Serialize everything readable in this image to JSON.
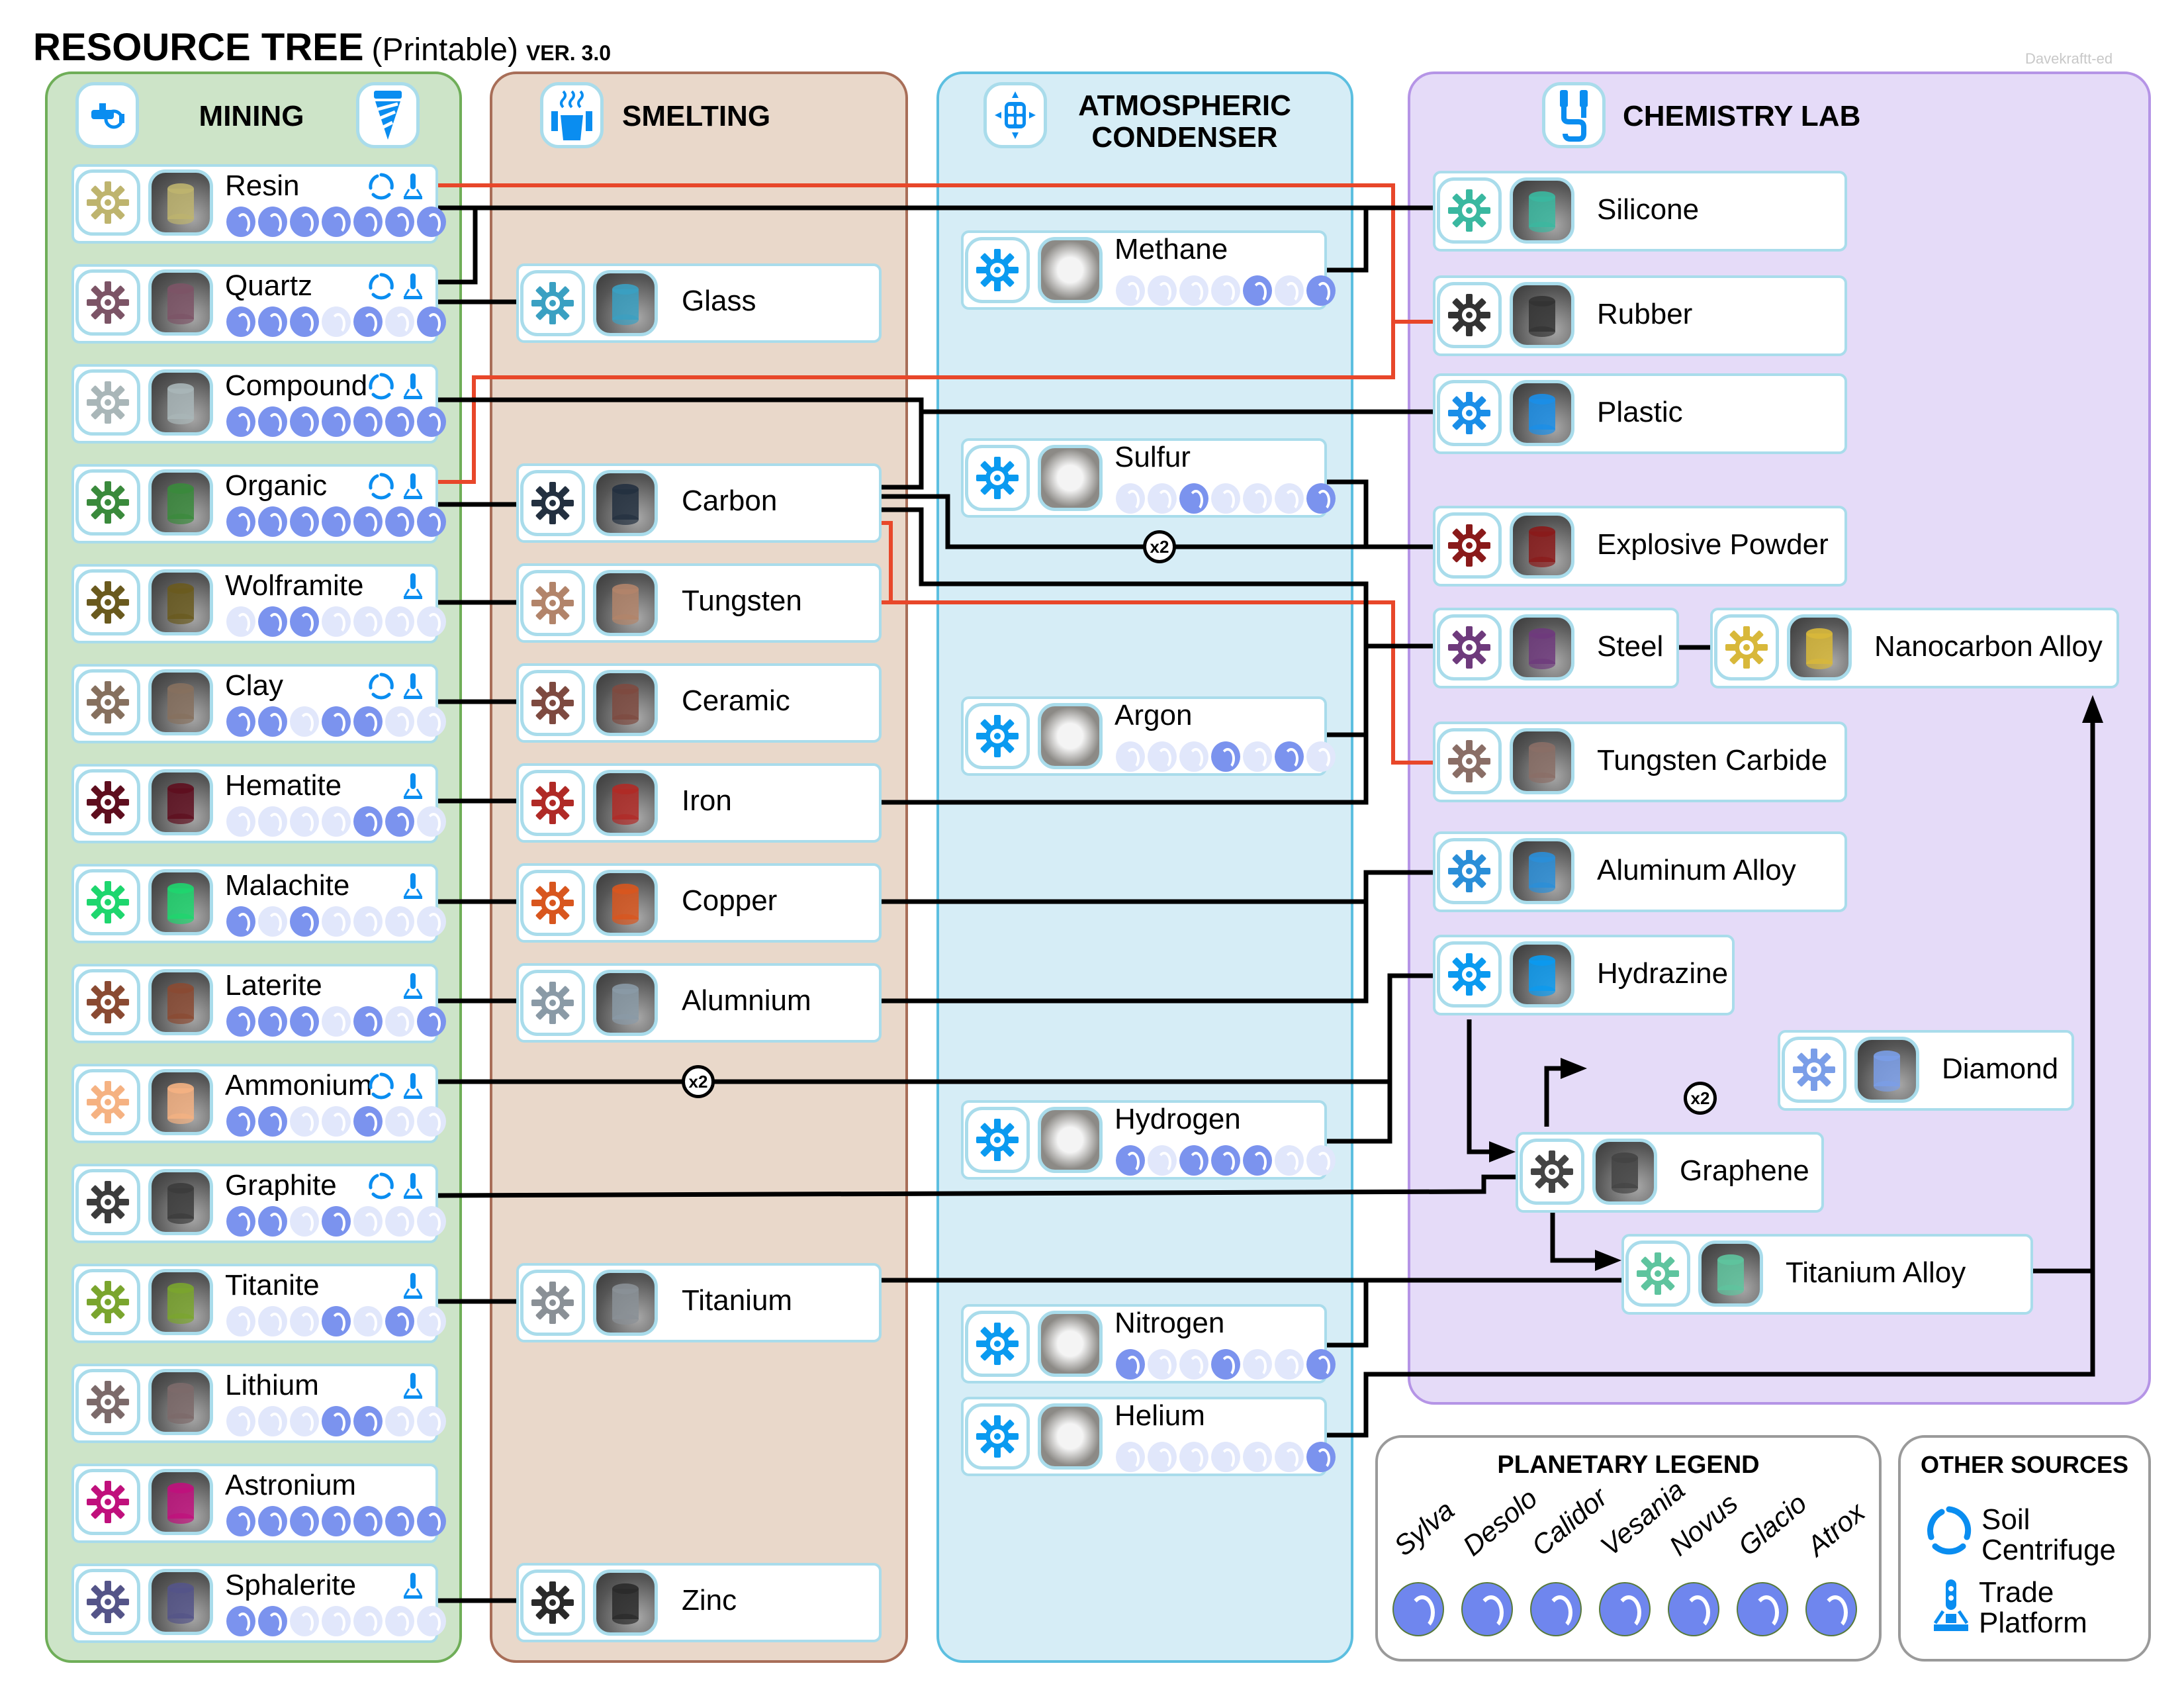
{
  "header": {
    "title": "RESOURCE TREE",
    "subtitle": "(Printable)",
    "version": "VER. 3.0",
    "credit": "Davekraftt-ed"
  },
  "colors": {
    "mining_bg": "#cde4c8",
    "smelting_bg": "#e9d8ca",
    "atmos_bg": "#d6edf6",
    "chem_bg": "#e5dbf8",
    "accent_blue": "#0a8df0",
    "planet_on": "#7b93ee",
    "planet_off": "#e1e7fb",
    "line_black": "#000000",
    "line_red": "#e8472a"
  },
  "planets": [
    "Sylva",
    "Desolo",
    "Calidor",
    "Vesania",
    "Novus",
    "Glacio",
    "Atrox"
  ],
  "panels": {
    "mining": {
      "title": "MINING"
    },
    "smelting": {
      "title": "SMELTING"
    },
    "atmos": {
      "title": "ATMOSPHERIC CONDENSER",
      "line1": "ATMOSPHERIC",
      "line2": "CONDENSER"
    },
    "chem": {
      "title": "CHEMISTRY LAB"
    }
  },
  "mining": [
    {
      "name": "Resin",
      "color": "#beb46e",
      "centrifuge": true,
      "trade": true,
      "planets": [
        1,
        1,
        1,
        1,
        1,
        1,
        1
      ]
    },
    {
      "name": "Quartz",
      "color": "#7c5466",
      "centrifuge": true,
      "trade": true,
      "planets": [
        1,
        1,
        1,
        0,
        1,
        0,
        1
      ]
    },
    {
      "name": "Compound",
      "color": "#a9b6b8",
      "centrifuge": true,
      "trade": true,
      "planets": [
        1,
        1,
        1,
        1,
        1,
        1,
        1
      ]
    },
    {
      "name": "Organic",
      "color": "#3a8a3c",
      "centrifuge": true,
      "trade": true,
      "planets": [
        1,
        1,
        1,
        1,
        1,
        1,
        1
      ]
    },
    {
      "name": "Wolframite",
      "color": "#6a5a1e",
      "centrifuge": false,
      "trade": true,
      "planets": [
        0,
        1,
        1,
        0,
        0,
        0,
        0
      ]
    },
    {
      "name": "Clay",
      "color": "#86705e",
      "centrifuge": true,
      "trade": true,
      "planets": [
        1,
        1,
        0,
        1,
        1,
        0,
        0
      ]
    },
    {
      "name": "Hematite",
      "color": "#5e0e1e",
      "centrifuge": false,
      "trade": true,
      "planets": [
        0,
        0,
        0,
        0,
        1,
        1,
        0
      ]
    },
    {
      "name": "Malachite",
      "color": "#1ed66e",
      "centrifuge": false,
      "trade": true,
      "planets": [
        1,
        0,
        1,
        0,
        0,
        0,
        0
      ]
    },
    {
      "name": "Laterite",
      "color": "#8a4a32",
      "centrifuge": false,
      "trade": true,
      "planets": [
        1,
        1,
        1,
        0,
        1,
        0,
        1
      ]
    },
    {
      "name": "Ammonium",
      "color": "#f5b282",
      "centrifuge": true,
      "trade": true,
      "planets": [
        1,
        1,
        0,
        0,
        1,
        0,
        0
      ]
    },
    {
      "name": "Graphite",
      "color": "#3c3c3c",
      "centrifuge": true,
      "trade": true,
      "planets": [
        1,
        1,
        0,
        1,
        0,
        0,
        0
      ]
    },
    {
      "name": "Titanite",
      "color": "#7aa52e",
      "centrifuge": false,
      "trade": true,
      "planets": [
        0,
        0,
        0,
        1,
        0,
        1,
        0
      ]
    },
    {
      "name": "Lithium",
      "color": "#7c6a6a",
      "centrifuge": false,
      "trade": true,
      "planets": [
        0,
        0,
        0,
        1,
        1,
        0,
        0
      ]
    },
    {
      "name": "Astronium",
      "color": "#c0107c",
      "centrifuge": false,
      "trade": false,
      "planets": [
        1,
        1,
        1,
        1,
        1,
        1,
        1
      ]
    },
    {
      "name": "Sphalerite",
      "color": "#545488",
      "centrifuge": false,
      "trade": true,
      "planets": [
        1,
        1,
        0,
        0,
        0,
        0,
        0
      ]
    }
  ],
  "smelting": [
    {
      "name": "Glass",
      "color": "#3aa0c2",
      "row": 1
    },
    {
      "name": "Carbon",
      "color": "#233040",
      "row": 3
    },
    {
      "name": "Tungsten",
      "color": "#b2846a",
      "row": 4
    },
    {
      "name": "Ceramic",
      "color": "#7e4a40",
      "row": 5
    },
    {
      "name": "Iron",
      "color": "#b02a26",
      "row": 6
    },
    {
      "name": "Copper",
      "color": "#d8561e",
      "row": 7
    },
    {
      "name": "Alumnium",
      "color": "#8a9aa6",
      "row": 8
    },
    {
      "name": "Titanium",
      "color": "#8a9096",
      "row": 11
    },
    {
      "name": "Zinc",
      "color": "#2a2a2a",
      "row": 14
    }
  ],
  "atmos": [
    {
      "name": "Methane",
      "planets": [
        0,
        0,
        0,
        0,
        1,
        0,
        1
      ]
    },
    {
      "name": "Sulfur",
      "planets": [
        0,
        0,
        1,
        0,
        0,
        0,
        1
      ]
    },
    {
      "name": "Argon",
      "planets": [
        0,
        0,
        0,
        1,
        0,
        1,
        0
      ]
    },
    {
      "name": "Hydrogen",
      "planets": [
        1,
        0,
        1,
        1,
        1,
        0,
        0
      ]
    },
    {
      "name": "Nitrogen",
      "planets": [
        1,
        0,
        0,
        1,
        0,
        0,
        1
      ]
    },
    {
      "name": "Helium",
      "planets": [
        0,
        0,
        0,
        0,
        0,
        0,
        1
      ]
    }
  ],
  "chem": [
    {
      "name": "Silicone",
      "color": "#3ab8a0"
    },
    {
      "name": "Rubber",
      "color": "#333333"
    },
    {
      "name": "Plastic",
      "color": "#1a8ee8"
    },
    {
      "name": "Explosive Powder",
      "color": "#8a1a1a"
    },
    {
      "name": "Steel",
      "color": "#6e3a7c"
    },
    {
      "name": "Nanocarbon Alloy",
      "color": "#d8b83a"
    },
    {
      "name": "Tungsten Carbide",
      "color": "#8a6e66"
    },
    {
      "name": "Aluminum Alloy",
      "color": "#2a8ed8"
    },
    {
      "name": "Hydrazine",
      "color": "#0a9af0"
    },
    {
      "name": "Diamond",
      "color": "#7a9ee8"
    },
    {
      "name": "Graphene",
      "color": "#444444"
    },
    {
      "name": "Titanium Alloy",
      "color": "#5ec49e"
    }
  ],
  "multipliers": {
    "ammonium": "x2",
    "explosive": "x2",
    "diamond": "x2"
  },
  "legend": {
    "planetary_title": "PLANETARY LEGEND",
    "other_title": "OTHER SOURCES",
    "soil_centrifuge": "Soil Centrifuge",
    "soil_line1": "Soil",
    "soil_line2": "Centrifuge",
    "trade_platform": "Trade Platform",
    "trade_line1": "Trade",
    "trade_line2": "Platform"
  }
}
